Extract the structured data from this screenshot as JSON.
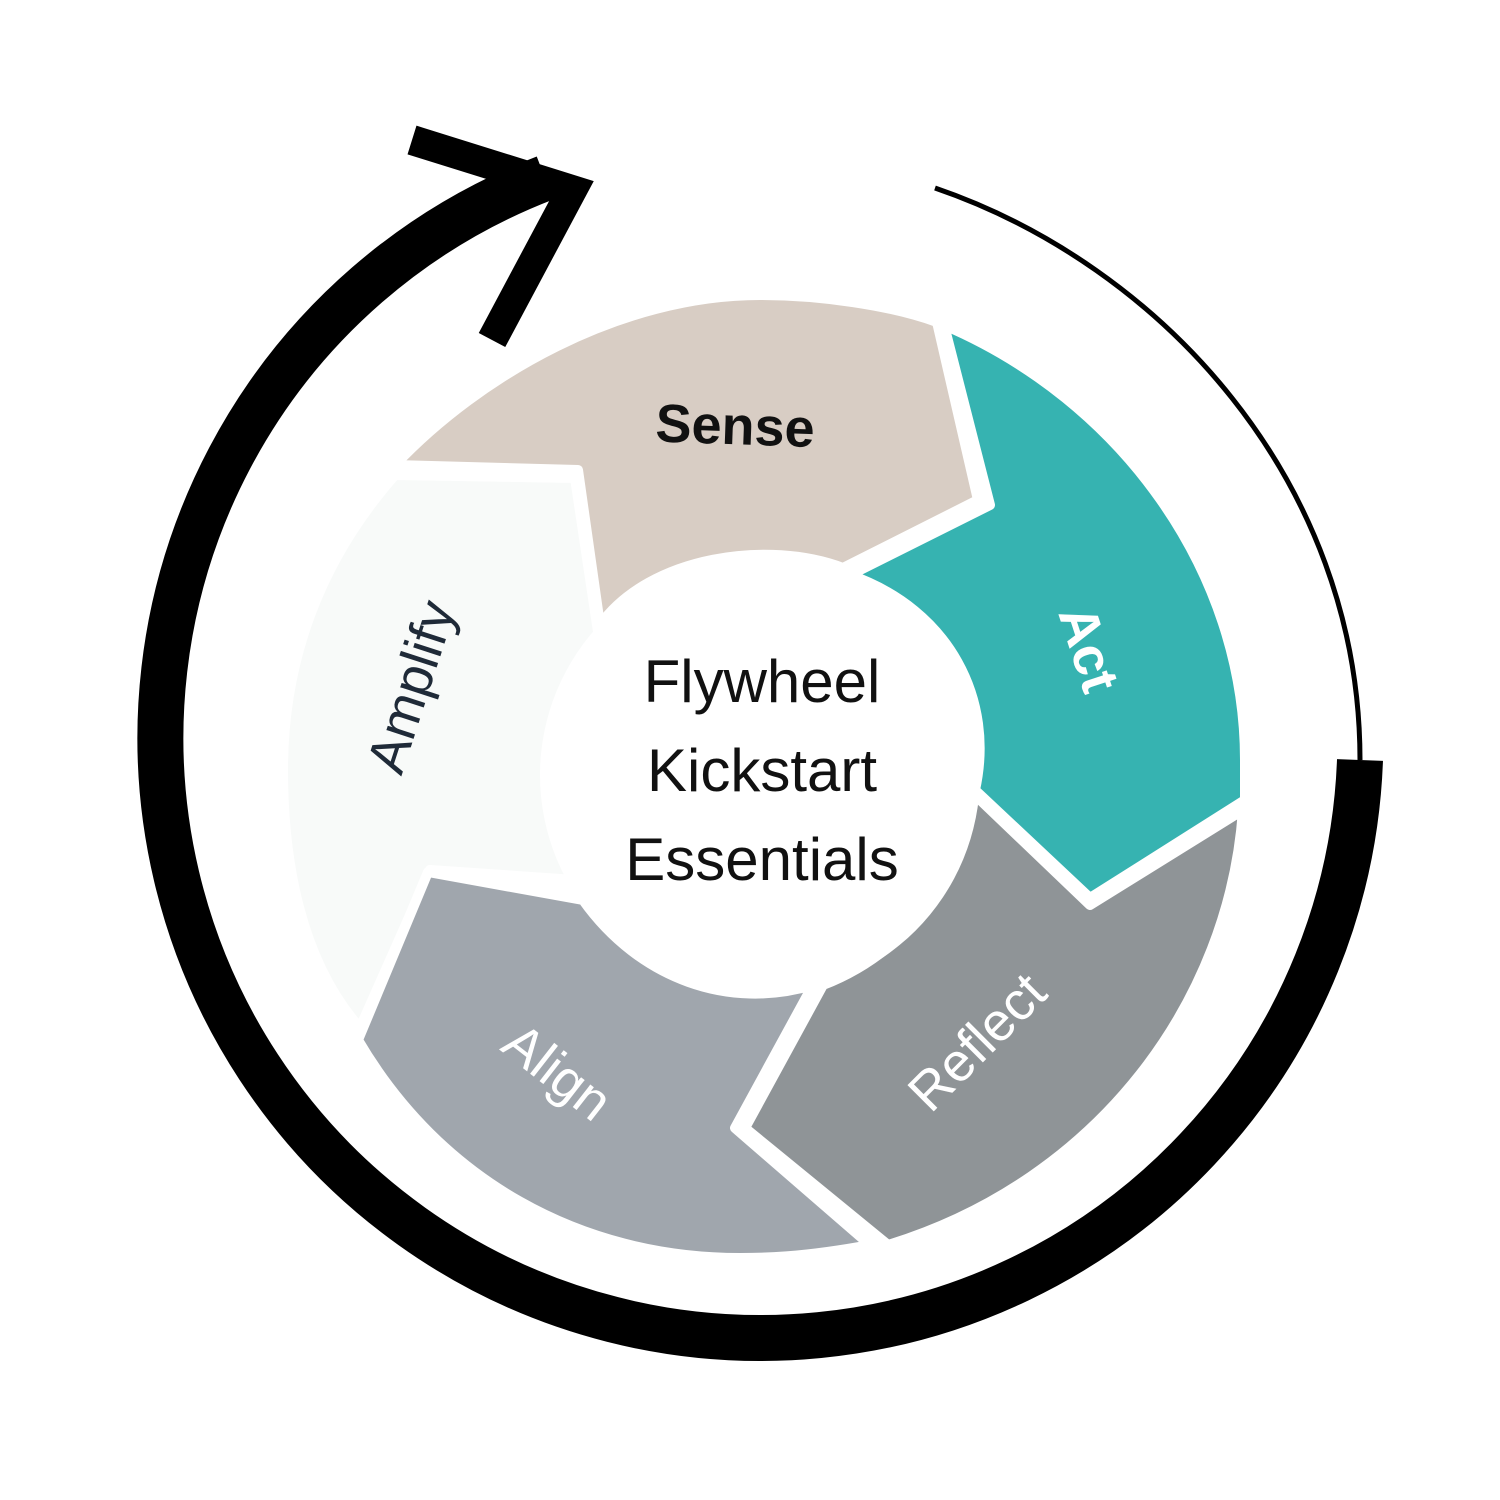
{
  "center": {
    "lines": [
      "Flywheel",
      "Kickstart",
      "Essentials"
    ]
  },
  "segments": [
    {
      "id": "sense",
      "label": "Sense",
      "color": "#d8cdc4",
      "text_color": "#111111",
      "bold": true
    },
    {
      "id": "act",
      "label": "Act",
      "color": "#36b3b1",
      "text_color": "#ffffff",
      "bold": true
    },
    {
      "id": "reflect",
      "label": "Reflect",
      "color": "#8f9497",
      "text_color": "#ffffff",
      "bold": false
    },
    {
      "id": "align",
      "label": "Align",
      "color": "#a0a6ad",
      "text_color": "#ffffff",
      "bold": false
    },
    {
      "id": "amplify",
      "label": "Amplify",
      "color": "#f8faf9",
      "text_color": "#1f2a38",
      "bold": false
    }
  ],
  "colors": {
    "background": "#ffffff",
    "arrow": "#000000",
    "center_fill": "#ffffff",
    "separator": "#ffffff"
  },
  "icons": {
    "cycle_arrow": "circular-arrow-icon"
  }
}
